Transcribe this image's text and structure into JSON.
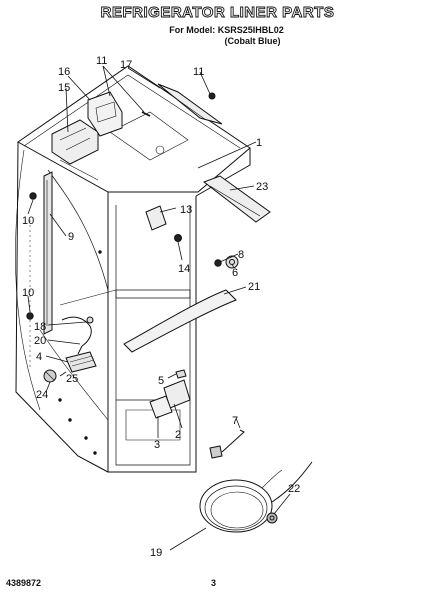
{
  "header": {
    "title": "REFRIGERATOR LINER PARTS",
    "model_line": "For Model: KSRS25IHBL02",
    "color_line": "(Cobalt Blue)"
  },
  "callouts": [
    "1",
    "2",
    "3",
    "4",
    "5",
    "6",
    "7",
    "8",
    "9",
    "10",
    "10",
    "11",
    "11",
    "13",
    "14",
    "15",
    "16",
    "17",
    "18",
    "19",
    "20",
    "21",
    "22",
    "23",
    "24",
    "25"
  ],
  "footer": {
    "doc_number": "4389872",
    "page_number": "3"
  }
}
